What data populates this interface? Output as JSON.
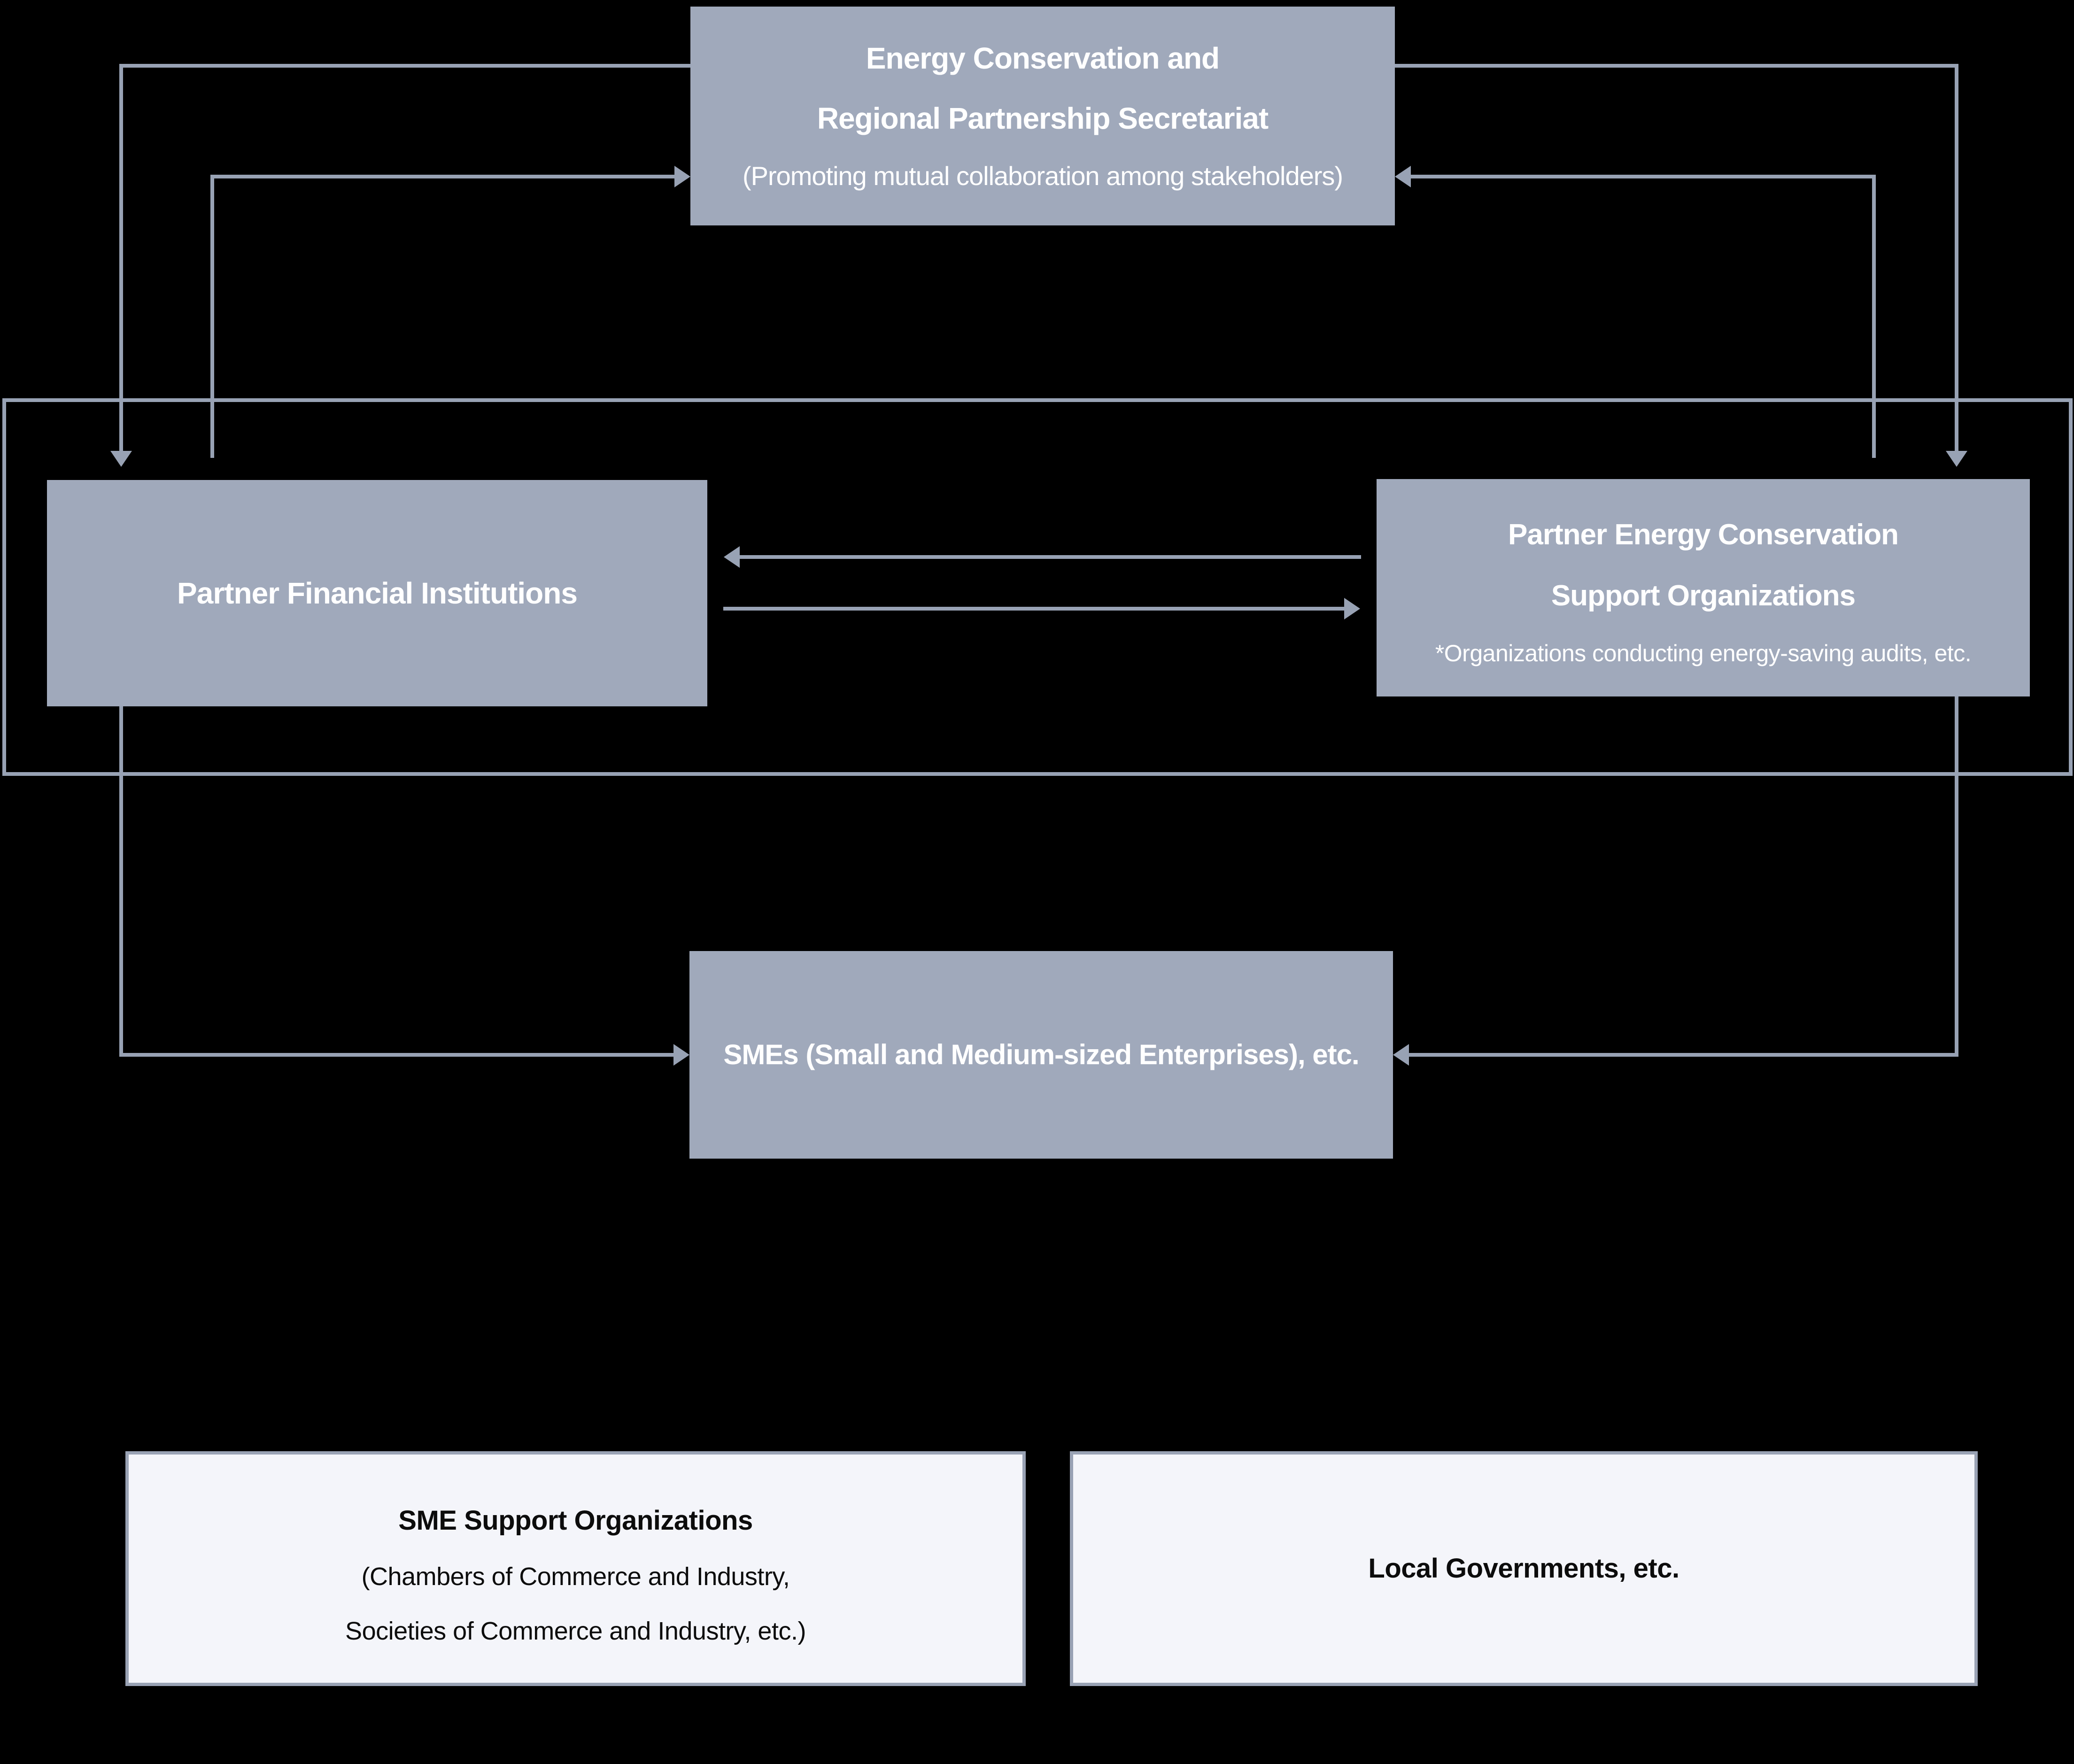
{
  "colors": {
    "background": "#000000",
    "node_fill": "#A0A9BB",
    "connector": "#98A2B4",
    "light_node_fill": "#F4F5FA",
    "light_node_border": "#99A2B4",
    "text_on_dark": "#FFFFFF",
    "text_on_light": "#0C0C0C"
  },
  "nodes": {
    "secretariat": {
      "line1": "Energy Conservation and",
      "line2": "Regional Partnership Secretariat",
      "note": "(Promoting mutual collaboration among stakeholders)"
    },
    "financial_institutions": {
      "label": "Partner Financial Institutions"
    },
    "energy_support_orgs": {
      "line1": "Partner Energy Conservation",
      "line2": "Support Organizations",
      "note": "*Organizations conducting energy-saving audits, etc."
    },
    "smes": {
      "label": "SMEs (Small and Medium-sized Enterprises), etc."
    },
    "sme_support_orgs": {
      "line1": "SME Support Organizations",
      "line2": "(Chambers of Commerce and Industry,",
      "line3": "Societies of Commerce and Industry, etc.)"
    },
    "local_governments": {
      "label": "Local Governments, etc."
    }
  }
}
